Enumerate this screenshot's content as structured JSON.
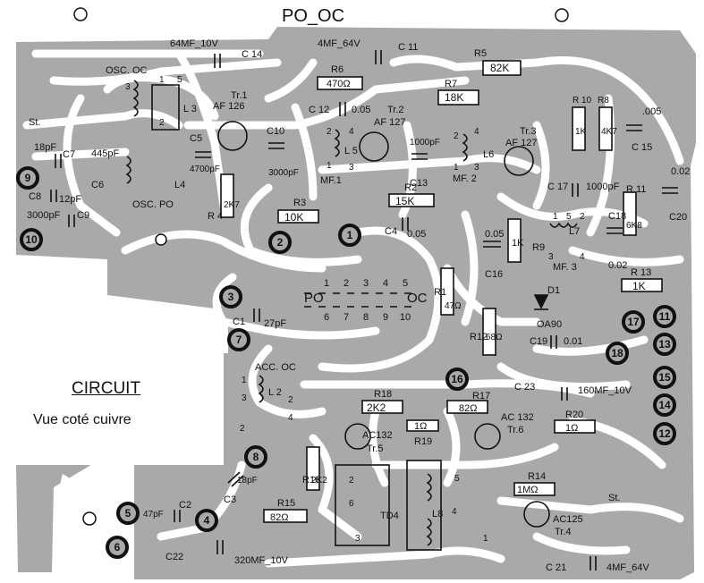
{
  "title": "PO_OC",
  "caption": {
    "title": "CIRCUIT",
    "subtitle": "Vue coté cuivre"
  },
  "colors": {
    "copper": "#a8a8a8",
    "board": "#ffffff",
    "ink": "#111111"
  },
  "labels": {
    "c14": "C 14",
    "c14v": "64MF_10V",
    "c11": "C 11",
    "c11v": "4MF_64V",
    "r5": "R5",
    "r5v": "82K",
    "r6": "R6",
    "r6v": "470Ω",
    "r7": "R7",
    "r7v": "18K",
    "c12": "C 12",
    "c12v": "0.05",
    "osc": "OSC. OC",
    "tr1": "Tr.1",
    "af126": "AF 126",
    "l3": "L 3",
    "tr2": "Tr.2",
    "af127a": "AF 127",
    "tr3": "Tr.3",
    "af127b": "AF 127",
    "r10": "R 10",
    "r10v": "1K",
    "r8": "R8",
    "r8v": "4K7",
    "c15": "C 15",
    "c15v": ".005",
    "st1": "St.",
    "c7": "C7",
    "c7v": "18pF",
    "c6": "C6",
    "c6v": "445pF",
    "c5": "C5",
    "c5v": "4700pF",
    "c10": "C10",
    "c10v": "3000pF",
    "l5": "L 5",
    "mf1": "MF.1",
    "c13": "C13",
    "c13v": "1000pF",
    "l6": "L6",
    "mf2": "MF. 2",
    "c17": "C 17",
    "c17v": "1000pF",
    "c20": "C20",
    "c20v": "0.02",
    "c8": "C8",
    "c8v": "12pF",
    "c9": "C9",
    "c9v": "3000pF",
    "l4": "L4",
    "oscpo": "OSC. PO",
    "r4": "R 4",
    "r4v": "2K7",
    "r3": "R3",
    "r3v": "10K",
    "r2": "R2",
    "r2v": "15K",
    "c4": "C4",
    "c4v": "0.05",
    "c16": "C16",
    "c16v": "0.05",
    "r9": "R9",
    "r9v": "1K",
    "c18": "C18",
    "c18v": "0.02",
    "l7": "L7",
    "mf3": "MF. 3",
    "r11": "R 11",
    "r11v": "6K8",
    "po": "PO",
    "oc": "OC",
    "r1": "R1",
    "r1v": "47Ω",
    "r13": "R 13",
    "r13v": "1K",
    "d1": "D1",
    "oa90": "OA90",
    "c1": "C1",
    "c1v": "27pF",
    "r12": "R12",
    "r12v": "68Ω",
    "c19": "C19",
    "c19v": "0.01",
    "acc": "ACC. OC",
    "l2": "L 2",
    "r18": "R18",
    "r18v": "2K2",
    "r17": "R17",
    "r17v": "82Ω",
    "c23": "C 23",
    "c23v": "160MF_10V",
    "r19v": "1Ω",
    "r19": "R19",
    "ac132a": "AC132",
    "tr5": "Tr.5",
    "ac132b": "AC 132",
    "tr6": "Tr.6",
    "r20": "R20",
    "r20v": "1Ω",
    "r16": "R16",
    "r16v": "2K2",
    "c2": "C2",
    "c2v": "47pF",
    "c3": "C3",
    "c3v": "18pF",
    "r15": "R15",
    "r15v": "82Ω",
    "l8": "L8",
    "td4": "TD4",
    "r14": "R14",
    "r14v": "1MΩ",
    "st2": "St.",
    "ac125": "AC125",
    "tr4": "Tr.4",
    "c22": "C22",
    "c22v": "320MF_10V",
    "c21": "C 21",
    "c21v": "4MF_64V"
  },
  "switch_top": [
    "1",
    "2",
    "3",
    "4",
    "5"
  ],
  "switch_bottom": [
    "6",
    "7",
    "8",
    "9",
    "10"
  ],
  "pin_numbers": {
    "p1": "1",
    "p2": "2",
    "p3": "3",
    "p4": "4",
    "p5": "5",
    "p6": "6",
    "p7": "7",
    "p8": "8",
    "p9": "9",
    "p10": "10",
    "p11": "11",
    "p12": "12",
    "p13": "13",
    "p14": "14",
    "p15": "15",
    "p16": "16",
    "p17": "17",
    "p18": "18"
  },
  "coil_pins": {
    "one": "1",
    "two": "2",
    "three": "3",
    "four": "4",
    "five": "5",
    "six": "6"
  }
}
